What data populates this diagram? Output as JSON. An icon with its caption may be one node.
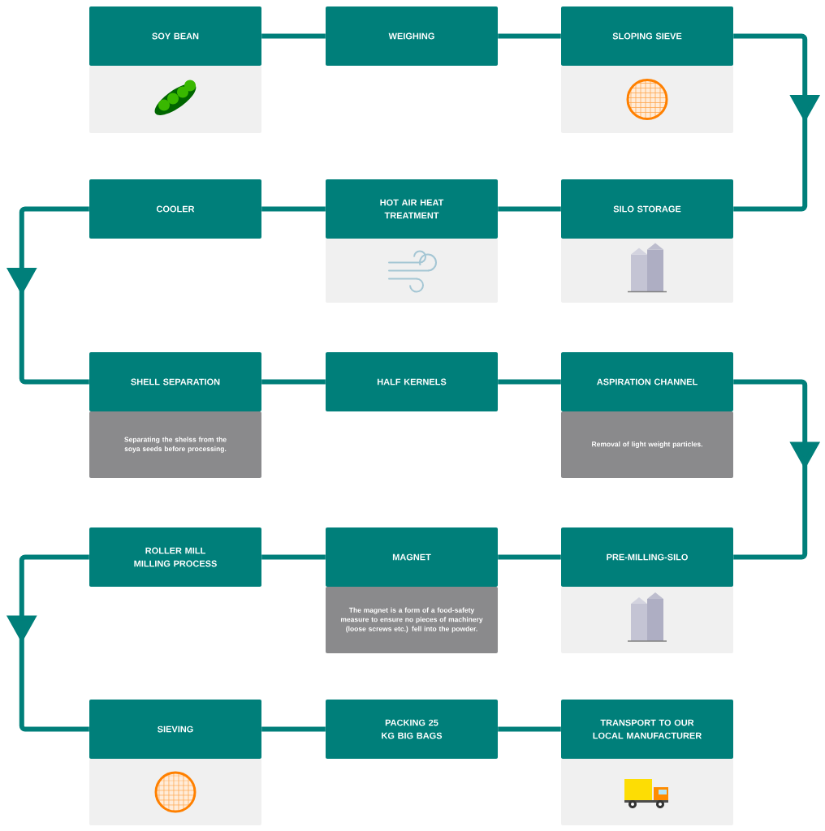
{
  "diagram": {
    "nodes": [
      {
        "text": [
          "SOY BEAN"
        ]
      },
      {
        "text": [
          "WEIGHING"
        ]
      },
      {
        "text": [
          "SLOPING SIEVE"
        ]
      },
      {
        "text": [
          "COOLER"
        ]
      },
      {
        "text": [
          "HOT AIR HEAT TREATMENT"
        ]
      },
      {
        "text": [
          "SILO STORAGE"
        ]
      },
      {
        "text": [
          "SHELL SEPARATION",
          "Separating the shelss from the soya seeds before processing."
        ]
      },
      {
        "text": [
          "HALF KERNELS"
        ]
      },
      {
        "text": [
          "ASPIRATION CHANNEL",
          "Removal of light weight particles."
        ]
      },
      {
        "text": [
          "ROLLER MILL MILLING PROCESS"
        ]
      },
      {
        "text": [
          "MAGNET",
          "The magnet is a form of a food-safety measure to ensure no pieces of machinery (loose screws etc.) fell into the powder."
        ]
      },
      {
        "text": [
          "PRE-MILLING-SILO"
        ]
      },
      {
        "text": [
          "SIEVING"
        ]
      },
      {
        "text": [
          "PACKING 25 KG BIG BAGS"
        ]
      },
      {
        "text": [
          "TRANSPORT TO OUR LOCAL MANUFACTURER"
        ]
      }
    ],
    "edges": [
      {
        "from": 0,
        "to": 1,
        "arrow": "none"
      },
      {
        "from": 1,
        "to": 2,
        "arrow": "none"
      },
      {
        "from": 2,
        "to": 5,
        "arrow": "to"
      },
      {
        "from": 5,
        "to": 4,
        "arrow": "none"
      },
      {
        "from": 4,
        "to": 3,
        "arrow": "none"
      },
      {
        "from": 3,
        "to": 6,
        "arrow": "to"
      },
      {
        "from": 6,
        "to": 7,
        "arrow": "none"
      },
      {
        "from": 7,
        "to": 8,
        "arrow": "none"
      },
      {
        "from": 8,
        "to": 11,
        "arrow": "to"
      },
      {
        "from": 11,
        "to": 10,
        "arrow": "none"
      },
      {
        "from": 10,
        "to": 9,
        "arrow": "none"
      },
      {
        "from": 9,
        "to": 12,
        "arrow": "to"
      },
      {
        "from": 12,
        "to": 13,
        "arrow": "none"
      },
      {
        "from": 13,
        "to": 14,
        "arrow": "none"
      }
    ]
  }
}
